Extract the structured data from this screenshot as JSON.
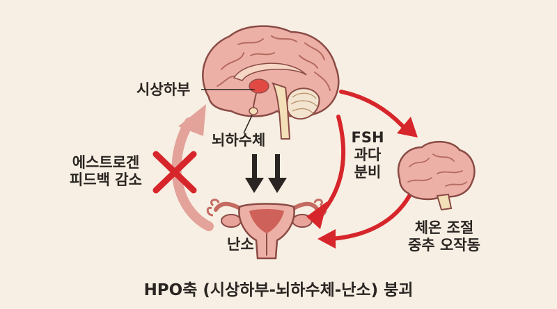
{
  "labels": {
    "hypothalamus": "시상하부",
    "pituitary": "뇌하수체",
    "ovary": "난소",
    "estrogen_feedback_line1": "에스트로겐",
    "estrogen_feedback_line2": "피드백 감소",
    "fsh_line1": "FSH",
    "fsh_line2": "과다",
    "fsh_line3": "분비",
    "thermo_line1": "체온 조절",
    "thermo_line2": "중추 오작동"
  },
  "caption": "HPO축 (시상하부-뇌하수체-난소) 붕괴",
  "colors": {
    "background": "#f7efe3",
    "arrow_red": "#d7262b",
    "arrow_faded": "#e3a39a",
    "brain_pink": "#ecb0a6",
    "brain_outline": "#8a4a45",
    "cross_red": "#d7262b",
    "text": "#2a2522"
  },
  "icons": {
    "brain": "sagittal-brain-icon",
    "small_brain": "brain-icon",
    "uterus": "uterus-ovaries-icon",
    "cross": "x-mark-icon"
  }
}
